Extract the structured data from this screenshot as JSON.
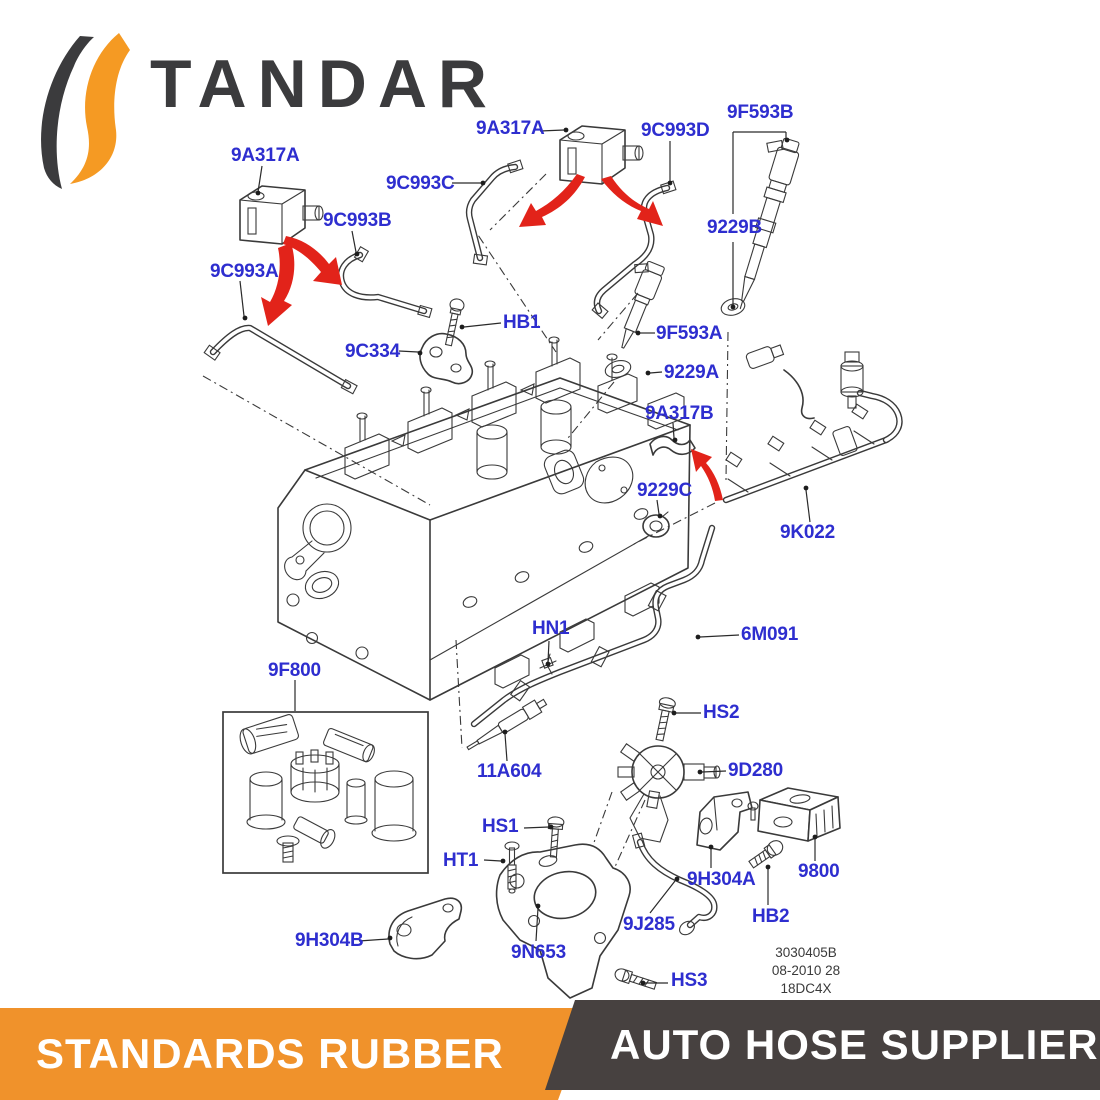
{
  "logo": {
    "brand": "TANDAR"
  },
  "banner": {
    "left_text": "STANDARDS RUBBER",
    "right_text": "AUTO HOSE SUPPLIER",
    "orange_color": "#F0922B",
    "dark_color": "#474140",
    "text_color": "#ffffff"
  },
  "colors": {
    "label_blue": "#2E2ECF",
    "arrow_red": "#E2231A",
    "line_gray": "#3a3a3a",
    "logo_orange": "#F59A23",
    "logo_dark": "#3B3B3D"
  },
  "plate": {
    "line1": "3030405B",
    "line2": "08-2010 28",
    "line3": "18DC4X"
  },
  "labels": [
    {
      "text": "9A317A"
    },
    {
      "text": "9C993B"
    },
    {
      "text": "9C993A"
    },
    {
      "text": "9C993C"
    },
    {
      "text": "9A317A"
    },
    {
      "text": "9C993D"
    },
    {
      "text": "9F593B"
    },
    {
      "text": "9229B"
    },
    {
      "text": "9F593A"
    },
    {
      "text": "9229A"
    },
    {
      "text": "HB1"
    },
    {
      "text": "9C334"
    },
    {
      "text": "9A317B"
    },
    {
      "text": "9229C"
    },
    {
      "text": "9K022"
    },
    {
      "text": "HN1"
    },
    {
      "text": "6M091"
    },
    {
      "text": "9F800"
    },
    {
      "text": "11A604"
    },
    {
      "text": "HS2"
    },
    {
      "text": "9D280"
    },
    {
      "text": "HS1"
    },
    {
      "text": "HT1"
    },
    {
      "text": "9H304A"
    },
    {
      "text": "9800"
    },
    {
      "text": "HB2"
    },
    {
      "text": "9J285"
    },
    {
      "text": "9N653"
    },
    {
      "text": "HS3"
    },
    {
      "text": "9H304B"
    }
  ]
}
